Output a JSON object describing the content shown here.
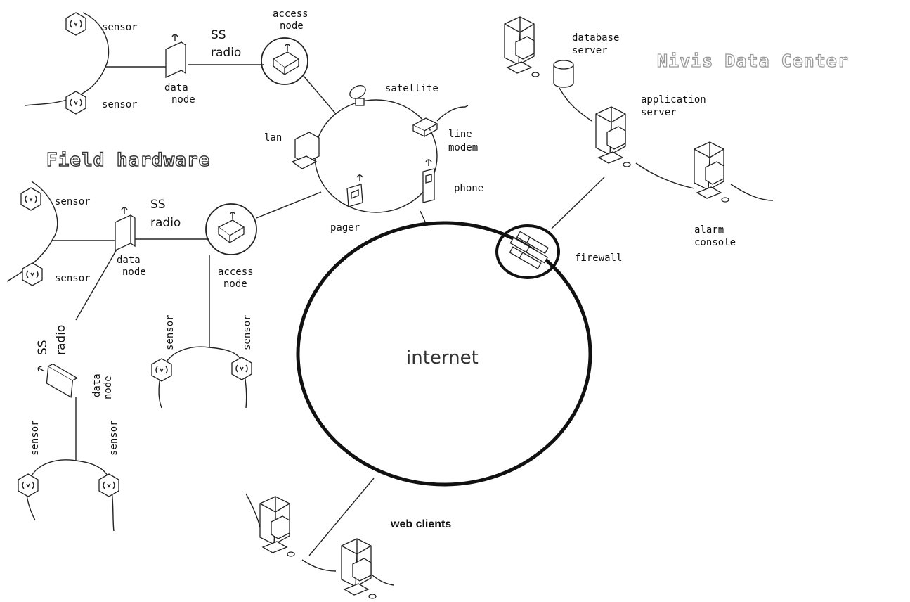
{
  "headings": {
    "data_center": "Nivis Data Center",
    "field_hardware": "Field hardware",
    "internet": "internet",
    "web_clients": "web clients"
  },
  "labels": {
    "sensor": "sensor",
    "ss": "SS",
    "radio": "radio",
    "data": "data",
    "node": "node",
    "access": "access",
    "satellite": "satellite",
    "line": "line",
    "modem": "modem",
    "lan": "lan",
    "phone": "phone",
    "pager": "pager",
    "firewall": "firewall",
    "database": "database",
    "server": "server",
    "application": "application",
    "alarm": "alarm",
    "console": "console"
  }
}
